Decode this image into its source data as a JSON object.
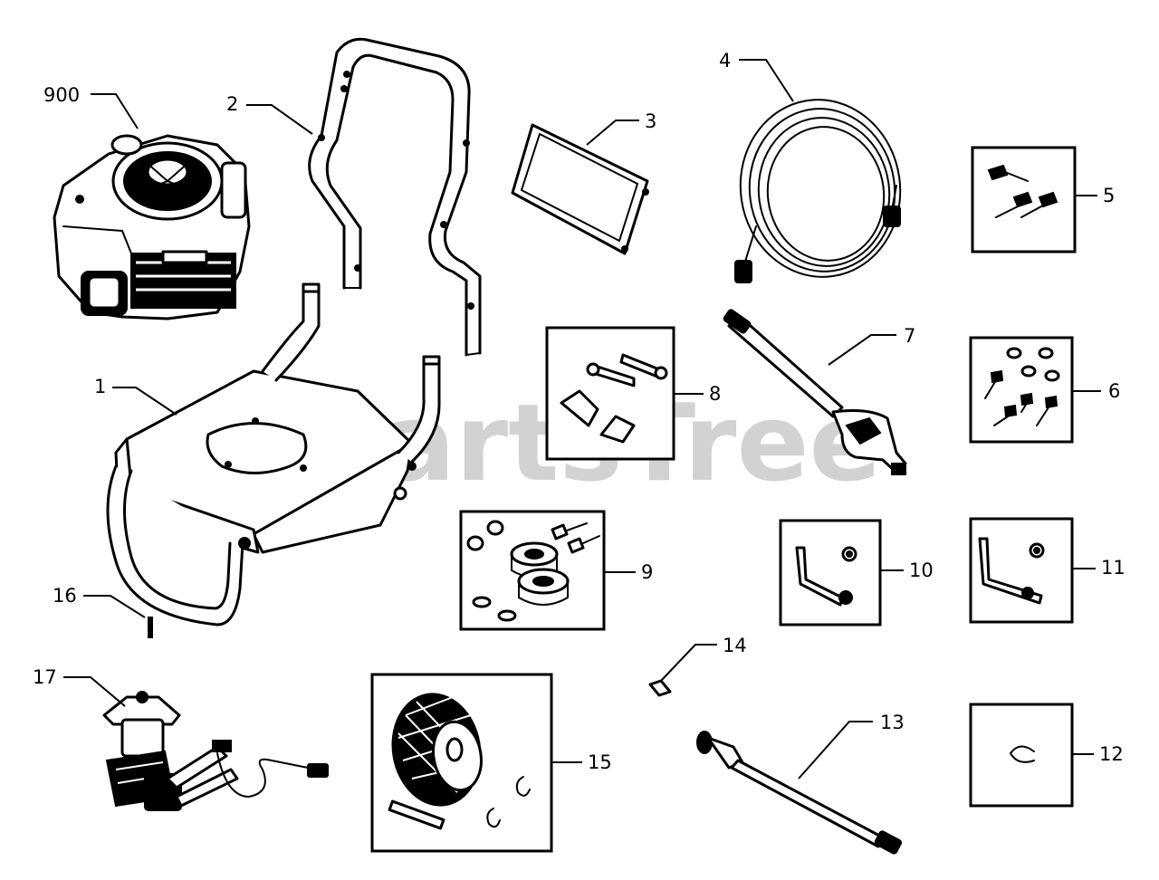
{
  "watermark": "PartsTree",
  "callouts": {
    "c900": "900",
    "c1": "1",
    "c2": "2",
    "c3": "3",
    "c4": "4",
    "c5": "5",
    "c6": "6",
    "c7": "7",
    "c8": "8",
    "c9": "9",
    "c10": "10",
    "c11": "11",
    "c12": "12",
    "c13": "13",
    "c14": "14",
    "c15": "15",
    "c16": "16",
    "c17": "17"
  },
  "colors": {
    "ink": "#000000",
    "watermark": "#d2d2d2",
    "background": "#ffffff"
  }
}
